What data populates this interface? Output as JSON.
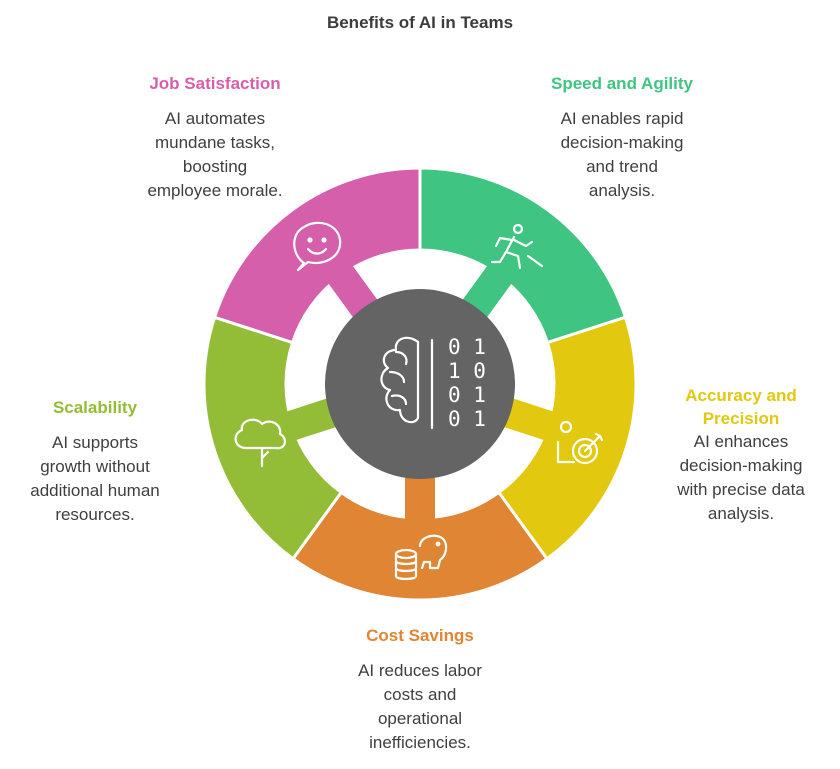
{
  "title": "Benefits of AI in Teams",
  "colors": {
    "job": "#d65fab",
    "speed": "#3fc482",
    "accuracy": "#e2c80e",
    "cost": "#e08534",
    "scalability": "#93bd37",
    "center": "#646464",
    "desc_text": "#3f3f3f"
  },
  "center": {
    "icon": "brain-binary-icon",
    "binary": [
      "0 1",
      "1 0",
      "0 1",
      "0 1"
    ]
  },
  "segments": {
    "job": {
      "title": "Job Satisfaction",
      "desc": [
        "AI automates",
        "mundane tasks,",
        "boosting",
        "employee morale."
      ],
      "icon": "smiling-chat-bubble-icon"
    },
    "speed": {
      "title": "Speed and Agility",
      "desc": [
        "AI enables rapid",
        "decision-making",
        "and trend",
        "analysis."
      ],
      "icon": "running-person-icon"
    },
    "accuracy": {
      "title": [
        "Accuracy and",
        "Precision"
      ],
      "desc": [
        "AI enhances",
        "decision-making",
        "with precise data",
        "analysis."
      ],
      "icon": "target-arrow-icon"
    },
    "cost": {
      "title": "Cost Savings",
      "desc": [
        "AI reduces labor",
        "costs and",
        "operational",
        "inefficiencies."
      ],
      "icon": "piggy-bank-coins-icon"
    },
    "scalability": {
      "title": "Scalability",
      "desc": [
        "AI supports",
        "growth without",
        "additional human",
        "resources."
      ],
      "icon": "growing-tree-icon"
    }
  }
}
